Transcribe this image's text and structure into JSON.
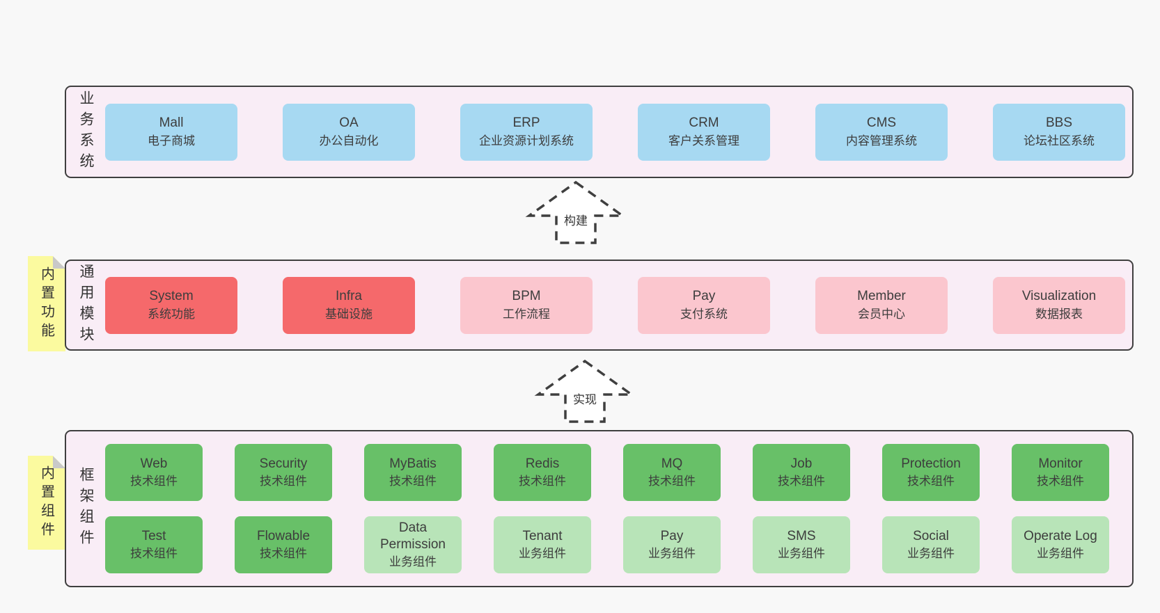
{
  "palette": {
    "page-bg": "#f8f8f8",
    "panel-bg": "#f9edf6",
    "panel-border": "#3f3f3f",
    "blue": "#a7d9f2",
    "red": "#f5696b",
    "pink": "#fbc6ce",
    "green": "#68c068",
    "green-light": "#b8e4b8",
    "sticky": "#fbfa9f",
    "fold": "#c9c9c9",
    "text": "#3d3d3d"
  },
  "business": {
    "side_label": "业务系统",
    "items": [
      {
        "name": "Mall",
        "desc": "电子商城"
      },
      {
        "name": "OA",
        "desc": "办公自动化"
      },
      {
        "name": "ERP",
        "desc": "企业资源计划系统"
      },
      {
        "name": "CRM",
        "desc": "客户关系管理"
      },
      {
        "name": "CMS",
        "desc": "内容管理系统"
      },
      {
        "name": "BBS",
        "desc": "论坛社区系统"
      }
    ]
  },
  "arrows": {
    "build": "构建",
    "implement": "实现"
  },
  "modules": {
    "sticky": "内置功能",
    "side_label": "通用模块",
    "items": [
      {
        "name": "System",
        "desc": "系统功能"
      },
      {
        "name": "Infra",
        "desc": "基础设施"
      },
      {
        "name": "BPM",
        "desc": "工作流程"
      },
      {
        "name": "Pay",
        "desc": "支付系统"
      },
      {
        "name": "Member",
        "desc": "会员中心"
      },
      {
        "name": "Visualization",
        "desc": "数据报表"
      }
    ]
  },
  "components": {
    "sticky": "内置组件",
    "side_label": "框架组件",
    "row1": [
      {
        "name": "Web",
        "desc": "技术组件"
      },
      {
        "name": "Security",
        "desc": "技术组件"
      },
      {
        "name": "MyBatis",
        "desc": "技术组件"
      },
      {
        "name": "Redis",
        "desc": "技术组件"
      },
      {
        "name": "MQ",
        "desc": "技术组件"
      },
      {
        "name": "Job",
        "desc": "技术组件"
      },
      {
        "name": "Protection",
        "desc": "技术组件"
      },
      {
        "name": "Monitor",
        "desc": "技术组件"
      }
    ],
    "row2": [
      {
        "name": "Test",
        "desc": "技术组件"
      },
      {
        "name": "Flowable",
        "desc": "技术组件"
      },
      {
        "name": "Data Permission",
        "desc": "业务组件"
      },
      {
        "name": "Tenant",
        "desc": "业务组件"
      },
      {
        "name": "Pay",
        "desc": "业务组件"
      },
      {
        "name": "SMS",
        "desc": "业务组件"
      },
      {
        "name": "Social",
        "desc": "业务组件"
      },
      {
        "name": "Operate Log",
        "desc": "业务组件"
      }
    ]
  }
}
